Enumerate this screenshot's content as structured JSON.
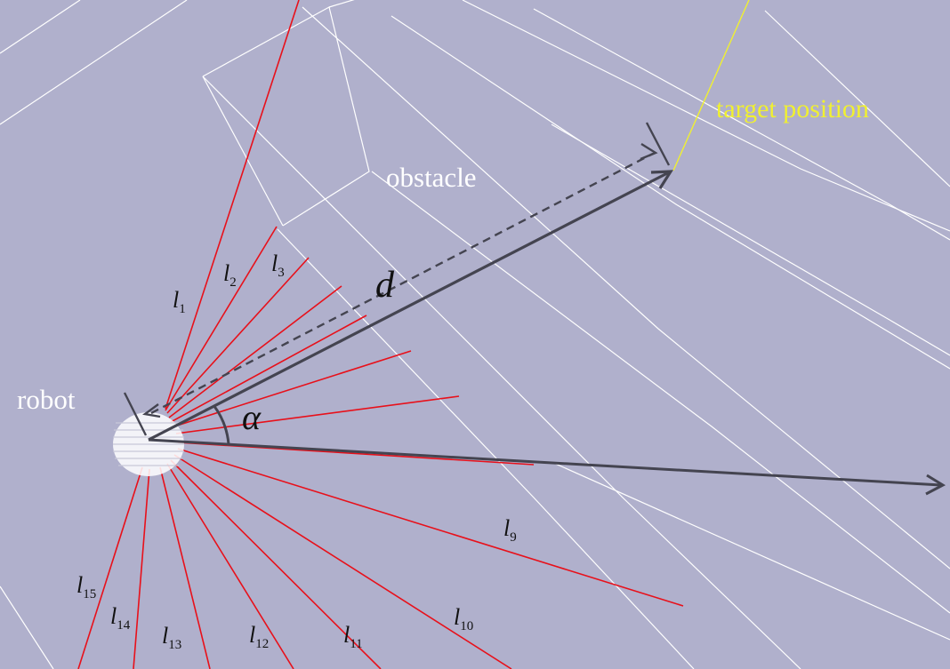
{
  "labels": {
    "target": "target position",
    "obstacle": "obstacle",
    "robot": "robot",
    "distance": "d",
    "angle": "α"
  },
  "rays": [
    {
      "base": "l",
      "sub": "1"
    },
    {
      "base": "l",
      "sub": "2"
    },
    {
      "base": "l",
      "sub": "3"
    },
    {
      "base": "l",
      "sub": "9"
    },
    {
      "base": "l",
      "sub": "10"
    },
    {
      "base": "l",
      "sub": "11"
    },
    {
      "base": "l",
      "sub": "12"
    },
    {
      "base": "l",
      "sub": "13"
    },
    {
      "base": "l",
      "sub": "14"
    },
    {
      "base": "l",
      "sub": "15"
    }
  ],
  "colors": {
    "background": "#b0b0cc",
    "ray": "#e8101a",
    "vector": "#444450",
    "target_line": "#f0f030",
    "grid": "#ffffff"
  }
}
